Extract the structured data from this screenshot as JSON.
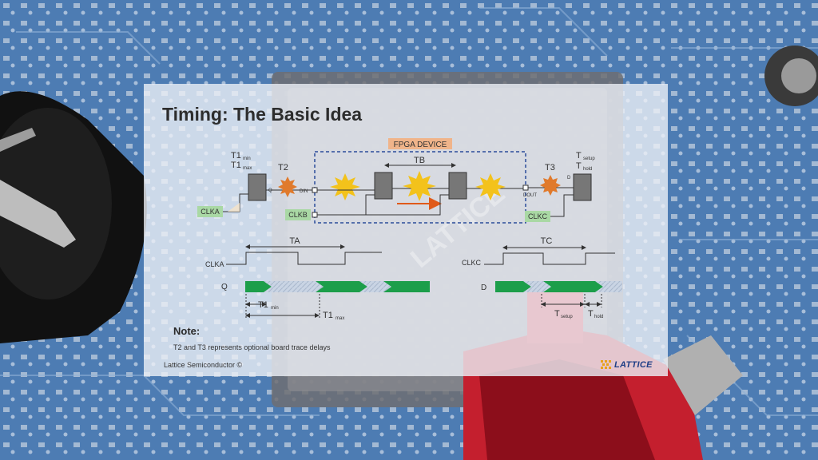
{
  "slide": {
    "title": "Timing: The Basic Idea",
    "note_title": "Note:",
    "note_text": "T2 and T3 represents optional board trace delays",
    "copyright": "Lattice Semiconductor ©",
    "logo_text": "LATTICE",
    "watermark": "LATTICE"
  },
  "diagram": {
    "device_label": "FPGA DEVICE",
    "t1": "T1",
    "min": "min",
    "max": "max",
    "t2": "T2",
    "t3": "T3",
    "tb": "TB",
    "q_pin": "Q",
    "din": "DIN",
    "dout": "DOUT",
    "d_pin": "D",
    "t_setup": "T",
    "setup_sub": "setup",
    "t_hold": "T",
    "hold_sub": "hold",
    "clka": "CLKA",
    "clkb": "CLKB",
    "clkc": "CLKC"
  },
  "waveforms": {
    "ta": "TA",
    "tc": "TC",
    "clka": "CLKA",
    "clkc": "CLKC",
    "q": "Q",
    "d": "D",
    "t1": "T1",
    "min": "min",
    "max": "max",
    "t_setup": "T",
    "setup_sub": "setup",
    "t_hold": "T",
    "hold_sub": "hold"
  },
  "colors": {
    "accent_green": "#1c9e4a",
    "clock_box": "#a9d8a4",
    "device_label_bg": "#f0b48a",
    "dashed_border": "#2b4c9a",
    "starburst": "#f3c21b",
    "arrow": "#e05a1a"
  }
}
